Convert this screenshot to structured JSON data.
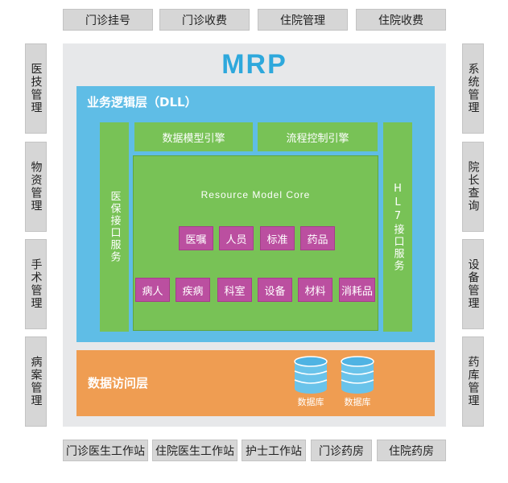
{
  "top_modules": [
    "门诊挂号",
    "门诊收费",
    "住院管理",
    "住院收费"
  ],
  "left_modules": [
    "医技管理",
    "物资管理",
    "手术管理",
    "病案管理"
  ],
  "right_modules": [
    "系统管理",
    "院长查询",
    "设备管理",
    "药库管理"
  ],
  "bottom_modules": [
    "门诊医生工作站",
    "住院医生工作站",
    "护士工作站",
    "门诊药房",
    "住院药房"
  ],
  "title": "MRP",
  "business_layer": {
    "title": "业务逻辑层（DLL）",
    "model_engine": "数据模型引擎",
    "flow_engine": "流程控制引擎",
    "insurance_service": "医保接口服务",
    "hl7_service": "HL7接口服务",
    "core": {
      "title": "Resource Model Core",
      "row1": [
        "医嘱",
        "人员",
        "标准",
        "药品"
      ],
      "row2": [
        "病人",
        "疾病",
        "科室",
        "设备",
        "材料",
        "消耗品"
      ]
    }
  },
  "data_layer": {
    "title": "数据访问层",
    "databases": [
      "数据库",
      "数据库"
    ]
  },
  "colors": {
    "accent_blue": "#5fbde6",
    "title_blue": "#2ea8dc",
    "green": "#78c256",
    "magenta": "#bb4fa0",
    "orange": "#ef9d52",
    "gray": "#d6d6d6"
  }
}
